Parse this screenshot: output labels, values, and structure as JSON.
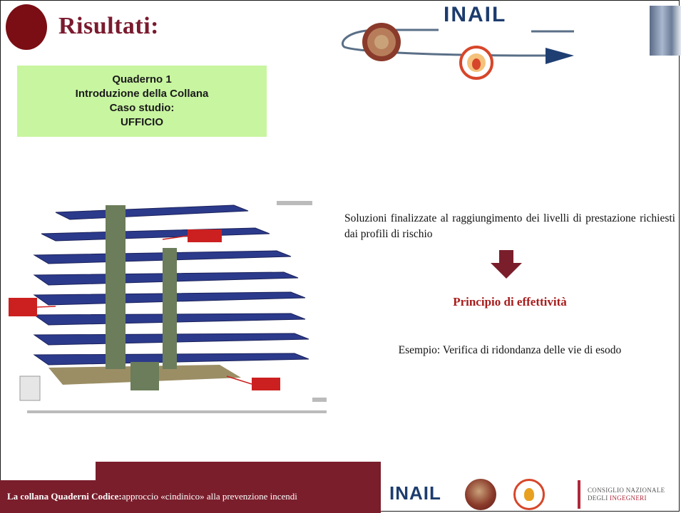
{
  "header": {
    "title": "Risultati:",
    "logo_text": "INAIL"
  },
  "box": {
    "lines": [
      "Quaderno 1",
      "Introduzione della Collana",
      "Caso studio:",
      "UFFICIO"
    ]
  },
  "content": {
    "paragraph": "Soluzioni finalizzate al raggiungimento dei livelli di prestazione richiesti dai profili di rischio",
    "principle": "Principio di effettività",
    "example": "Esempio: Verifica di ridondanza delle vie di esodo"
  },
  "footer": {
    "bold_text": "La collana Quaderni Codice:",
    "text": " approccio «cindinico» alla prevenzione incendi",
    "logo_text": "INAIL",
    "cni_line1": "CONSIGLIO NAZIONALE",
    "cni_line2_a": "DEGLI ",
    "cni_line2_b": "INGEGNERI"
  },
  "colors": {
    "title": "#7a1a2e",
    "footer_bg": "#7a1e2c",
    "box_bg": "#c8f5a0",
    "principle": "#a81c1c",
    "arrow": "#7a1e2c"
  },
  "icons": {
    "title_bullet": "dark-red-circle",
    "arrow": "down-arrow",
    "figure": "building-3d-evacuation-diagram"
  }
}
